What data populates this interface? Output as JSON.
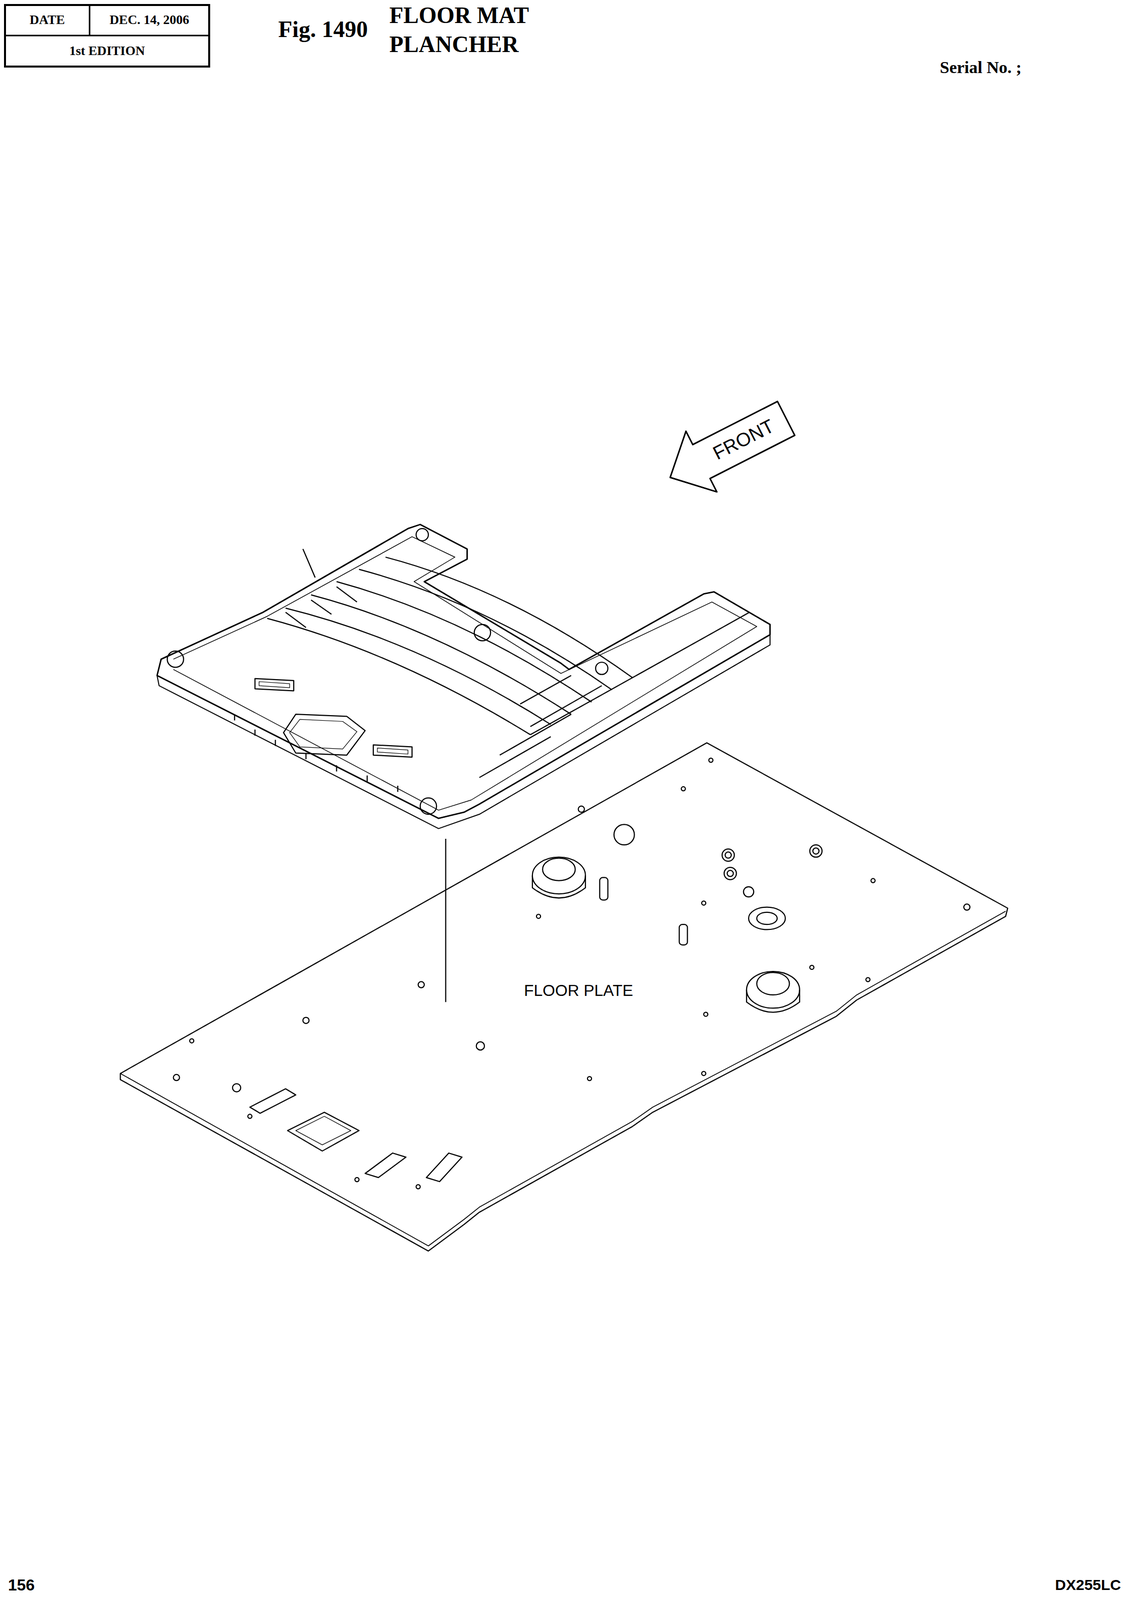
{
  "diagram": {
    "title": "FLOOR MAT",
    "labels": [
      "DATE",
      "DEC. 14, 2006",
      "1st EDITION",
      "Fig. 1490",
      "PLANCHER",
      "Serial No. ;",
      "FRONT",
      "FLOOR PLATE",
      "156",
      "DX255LC"
    ]
  }
}
